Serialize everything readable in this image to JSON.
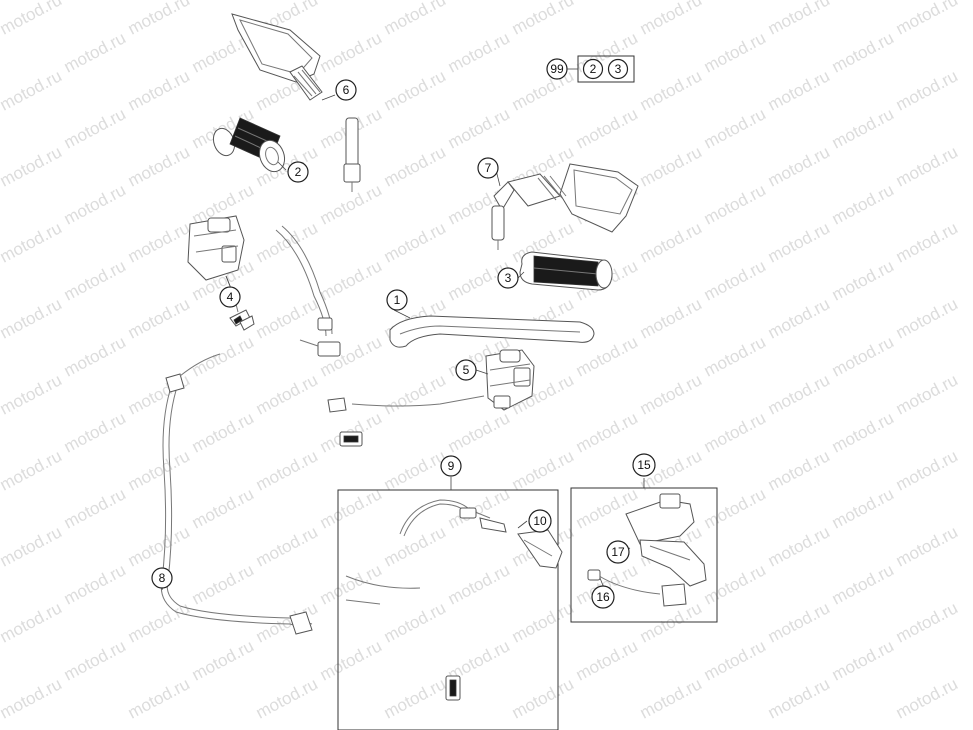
{
  "watermark": "motod.ru",
  "kit": {
    "id": "99",
    "items": [
      "2",
      "3"
    ]
  },
  "callouts": [
    {
      "id": "callout-1",
      "label": "1"
    },
    {
      "id": "callout-2",
      "label": "2"
    },
    {
      "id": "callout-3",
      "label": "3"
    },
    {
      "id": "callout-4",
      "label": "4"
    },
    {
      "id": "callout-5",
      "label": "5"
    },
    {
      "id": "callout-6",
      "label": "6"
    },
    {
      "id": "callout-7",
      "label": "7"
    },
    {
      "id": "callout-8",
      "label": "8"
    },
    {
      "id": "callout-9",
      "label": "9"
    },
    {
      "id": "callout-10",
      "label": "10"
    },
    {
      "id": "callout-15",
      "label": "15"
    },
    {
      "id": "callout-16",
      "label": "16"
    },
    {
      "id": "callout-17",
      "label": "17"
    }
  ]
}
